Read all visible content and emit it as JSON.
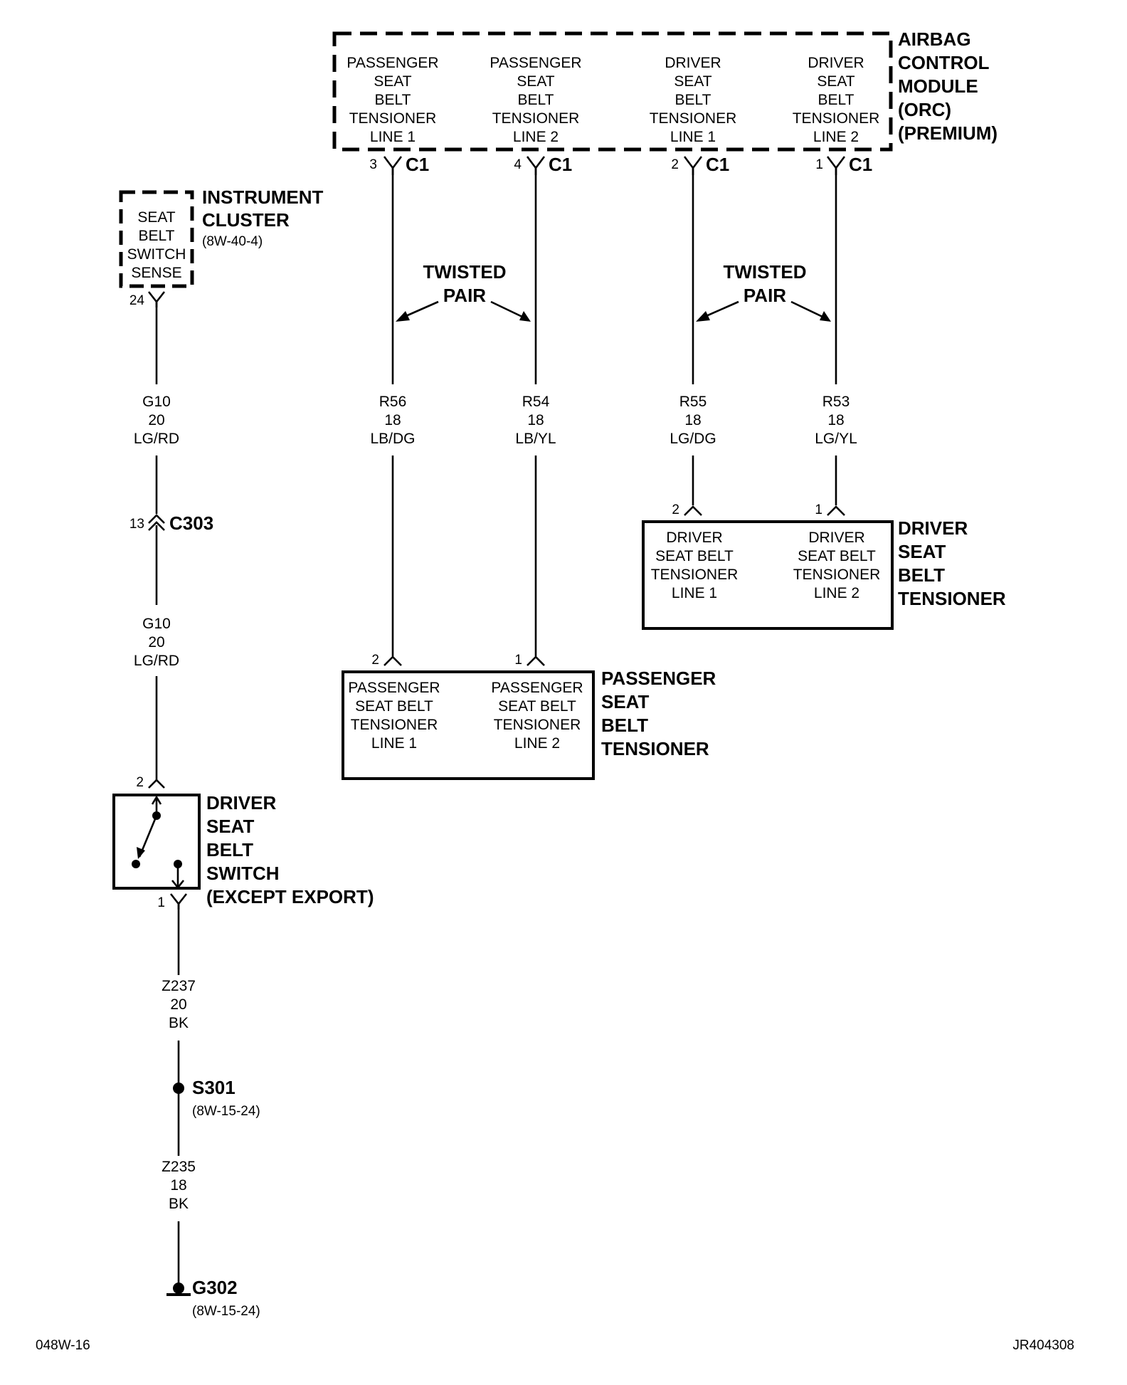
{
  "airbag_module": {
    "title": [
      "AIRBAG",
      "CONTROL",
      "MODULE",
      "(ORC)",
      "(PREMIUM)"
    ],
    "circuits": [
      {
        "lines": [
          "PASSENGER",
          "SEAT",
          "BELT",
          "TENSIONER",
          "LINE 1"
        ],
        "pin": "3",
        "connector": "C1"
      },
      {
        "lines": [
          "PASSENGER",
          "SEAT",
          "BELT",
          "TENSIONER",
          "LINE 2"
        ],
        "pin": "4",
        "connector": "C1"
      },
      {
        "lines": [
          "DRIVER",
          "SEAT",
          "BELT",
          "TENSIONER",
          "LINE 1"
        ],
        "pin": "2",
        "connector": "C1"
      },
      {
        "lines": [
          "DRIVER",
          "SEAT",
          "BELT",
          "TENSIONER",
          "LINE 2"
        ],
        "pin": "1",
        "connector": "C1"
      }
    ]
  },
  "instrument_cluster": {
    "title": [
      "INSTRUMENT",
      "CLUSTER"
    ],
    "ref": "(8W-40-4)",
    "circuit_lines": [
      "SEAT",
      "BELT",
      "SWITCH",
      "SENSE"
    ],
    "pin": "24"
  },
  "twisted_pair_labels": [
    [
      "TWISTED",
      "PAIR"
    ],
    [
      "TWISTED",
      "PAIR"
    ]
  ],
  "wires": {
    "r56": [
      "R56",
      "18",
      "LB/DG"
    ],
    "r54": [
      "R54",
      "18",
      "LB/YL"
    ],
    "r55": [
      "R55",
      "18",
      "LG/DG"
    ],
    "r53": [
      "R53",
      "18",
      "LG/YL"
    ],
    "g10_upper": [
      "G10",
      "20",
      "LG/RD"
    ],
    "g10_lower": [
      "G10",
      "20",
      "LG/RD"
    ],
    "z237": [
      "Z237",
      "20",
      "BK"
    ],
    "z235": [
      "Z235",
      "18",
      "BK"
    ]
  },
  "connector_c303": {
    "pin": "13",
    "name": "C303"
  },
  "driver_tensioner": {
    "title": [
      "DRIVER",
      "SEAT",
      "BELT",
      "TENSIONER"
    ],
    "pins": [
      "2",
      "1"
    ],
    "circuits": [
      [
        "DRIVER",
        "SEAT BELT",
        "TENSIONER",
        "LINE 1"
      ],
      [
        "DRIVER",
        "SEAT BELT",
        "TENSIONER",
        "LINE 2"
      ]
    ]
  },
  "passenger_tensioner": {
    "title": [
      "PASSENGER",
      "SEAT",
      "BELT",
      "TENSIONER"
    ],
    "pins": [
      "2",
      "1"
    ],
    "circuits": [
      [
        "PASSENGER",
        "SEAT BELT",
        "TENSIONER",
        "LINE 1"
      ],
      [
        "PASSENGER",
        "SEAT BELT",
        "TENSIONER",
        "LINE 2"
      ]
    ]
  },
  "seat_belt_switch": {
    "title": [
      "DRIVER",
      "SEAT",
      "BELT",
      "SWITCH",
      "(EXCEPT EXPORT)"
    ],
    "pin_top": "2",
    "pin_bottom": "1"
  },
  "splice": {
    "name": "S301",
    "ref": "(8W-15-24)"
  },
  "ground": {
    "name": "G302",
    "ref": "(8W-15-24)"
  },
  "footer": {
    "left": "048W-16",
    "right": "JR404308"
  }
}
